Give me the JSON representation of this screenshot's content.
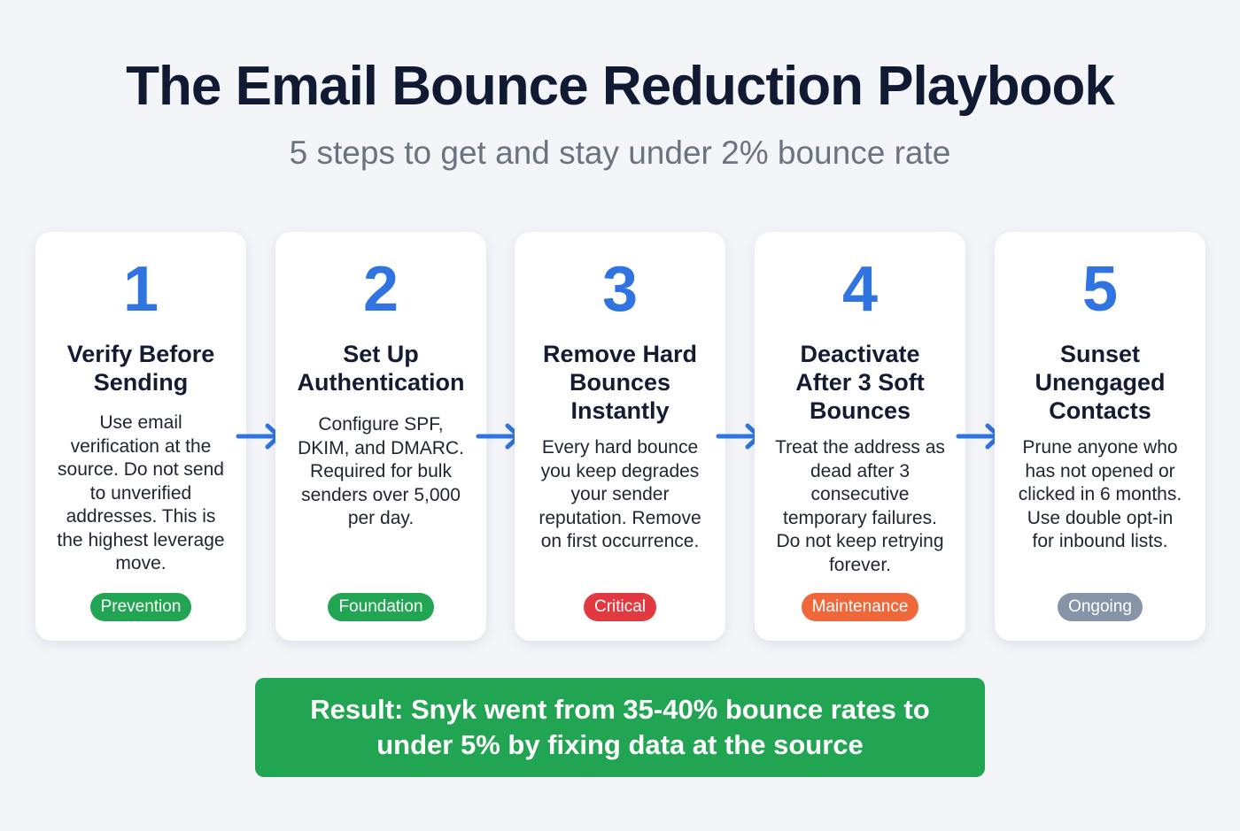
{
  "header": {
    "title": "The Email Bounce Reduction Playbook",
    "subtitle": "5 steps to get and stay under 2% bounce rate"
  },
  "colors": {
    "accent_blue": "#2f74e0",
    "prevention": "#22a552",
    "foundation": "#22a552",
    "critical": "#e2383f",
    "maintenance": "#f0673a",
    "ongoing": "#8794a8",
    "result_bg": "#22a552"
  },
  "steps": [
    {
      "number": "1",
      "title": "Verify Before Sending",
      "description": "Use email verification at the source. Do not send to unverified addresses. This is the highest leverage move.",
      "badge": "Prevention"
    },
    {
      "number": "2",
      "title": "Set Up Authentication",
      "description": "Configure SPF, DKIM, and DMARC. Required for bulk senders over 5,000 per day.",
      "badge": "Foundation"
    },
    {
      "number": "3",
      "title": "Remove Hard Bounces Instantly",
      "description": "Every hard bounce you keep degrades your sender reputation. Remove on first occurrence.",
      "badge": "Critical"
    },
    {
      "number": "4",
      "title": "Deactivate After 3 Soft Bounces",
      "description": "Treat the address as dead after 3 consecutive temporary failures. Do not keep retrying forever.",
      "badge": "Maintenance"
    },
    {
      "number": "5",
      "title": "Sunset Unengaged Contacts",
      "description": "Prune anyone who has not opened or clicked in 6 months. Use double opt-in for inbound lists.",
      "badge": "Ongoing"
    }
  ],
  "result": {
    "text": "Result: Snyk went from 35-40% bounce rates to under 5% by fixing data at the source"
  }
}
